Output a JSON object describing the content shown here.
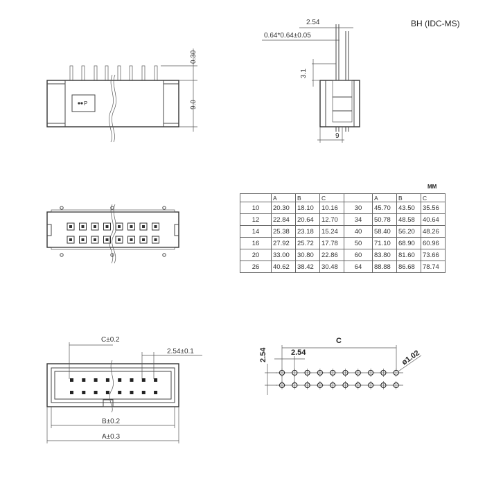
{
  "title": "BH (IDC-MS)",
  "unit": "MM",
  "side_view": {
    "pin_top_label": "0.30",
    "height_label": "9.0",
    "marking": "P"
  },
  "end_view": {
    "pitch_label": "2.54",
    "pin_size_label": "0.64*0.64±0.05",
    "pin_length_label": "3.1",
    "depth_label": "9"
  },
  "table": {
    "headers": [
      "",
      "A",
      "B",
      "C",
      "",
      "A",
      "B",
      "C"
    ],
    "rows": [
      [
        "10",
        "20.30",
        "18.10",
        "10.16",
        "30",
        "45.70",
        "43.50",
        "35.56"
      ],
      [
        "12",
        "22.84",
        "20.64",
        "12.70",
        "34",
        "50.78",
        "48.58",
        "40.64"
      ],
      [
        "14",
        "25.38",
        "23.18",
        "15.24",
        "40",
        "58.40",
        "56.20",
        "48.26"
      ],
      [
        "16",
        "27.92",
        "25.72",
        "17.78",
        "50",
        "71.10",
        "68.90",
        "60.96"
      ],
      [
        "20",
        "33.00",
        "30.80",
        "22.86",
        "60",
        "83.80",
        "81.60",
        "73.66"
      ],
      [
        "26",
        "40.62",
        "38.42",
        "30.48",
        "64",
        "88.88",
        "86.68",
        "78.74"
      ]
    ]
  },
  "front_view": {
    "c_label": "C±0.2",
    "pitch_label": "2.54±0.1",
    "b_label": "B±0.2",
    "a_label": "A±0.3"
  },
  "footprint": {
    "c_label": "C",
    "row_pitch_label": "2.54",
    "col_pitch_label": "2.54",
    "hole_label": "ø1.02"
  }
}
